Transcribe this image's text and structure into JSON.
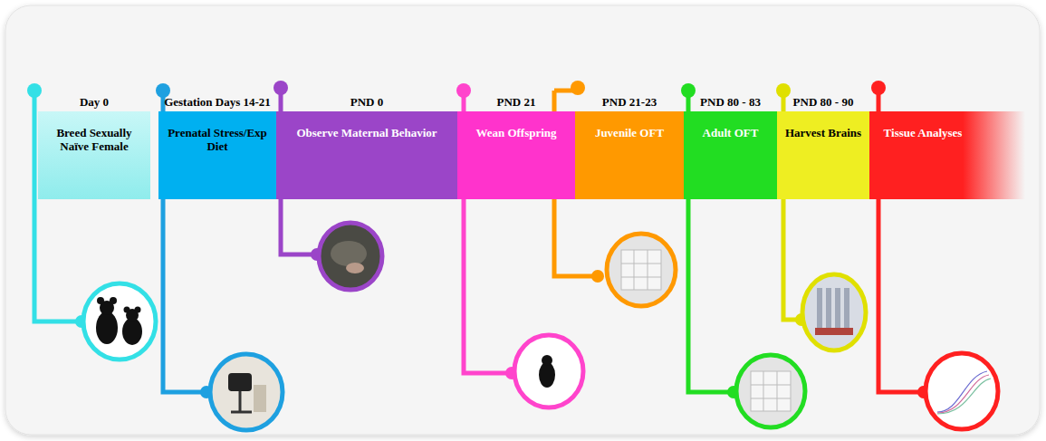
{
  "diagram": {
    "nodes": [
      {
        "text": [
          "Day 0",
          "Breed Sexually Naïve Female"
        ]
      },
      {
        "text": [
          "Gestation Days 14-21",
          "Prenatal Stress/Exp Diet"
        ]
      },
      {
        "text": [
          "PND 0",
          "Observe Maternal Behavior"
        ]
      },
      {
        "text": [
          "PND 21",
          "Wean Offspring"
        ]
      },
      {
        "text": [
          "PND 21-23",
          "Juvenile OFT"
        ]
      },
      {
        "text": [
          "PND 80 - 83",
          "Adult OFT"
        ]
      },
      {
        "text": [
          "PND 80 - 90",
          "Harvest Brains"
        ]
      },
      {
        "text": [
          "Tissue Analyses"
        ]
      }
    ]
  }
}
